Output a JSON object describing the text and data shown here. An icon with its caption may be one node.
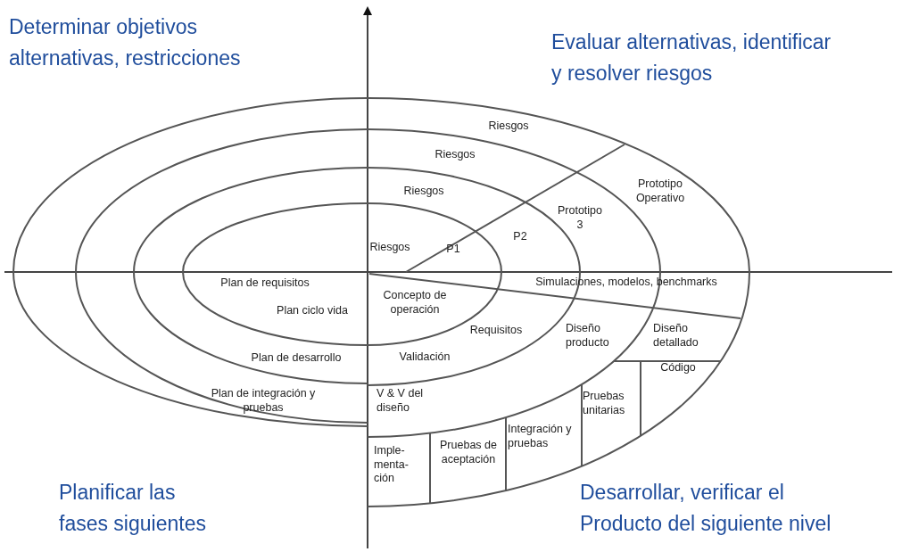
{
  "diagram": {
    "labels": [
      "Determinar objetivos alternativas, restricciones",
      "Evaluar alternativas, identificar y resolver riesgos",
      "Riesgos",
      "Riesgos",
      "Prototipo Operativo",
      "Riesgos",
      "Prototipo 3",
      "Riesgos",
      "P1",
      "P2",
      "Plan de requisitos",
      "Simulaciones, modelos, benchmarks",
      "Concepto de operación",
      "Plan ciclo vida",
      "Requisitos",
      "Diseño producto",
      "Diseño detallado",
      "Plan de desarrollo",
      "Validación",
      "Código",
      "Plan de integración y pruebas",
      "V & V del diseño",
      "Pruebas unitarias",
      "Integración y pruebas",
      "Pruebas de aceptación",
      "Imple- menta- ción",
      "Planificar las fases siguientes",
      "Desarrollar, verificar el Producto del siguiente nivel"
    ]
  }
}
